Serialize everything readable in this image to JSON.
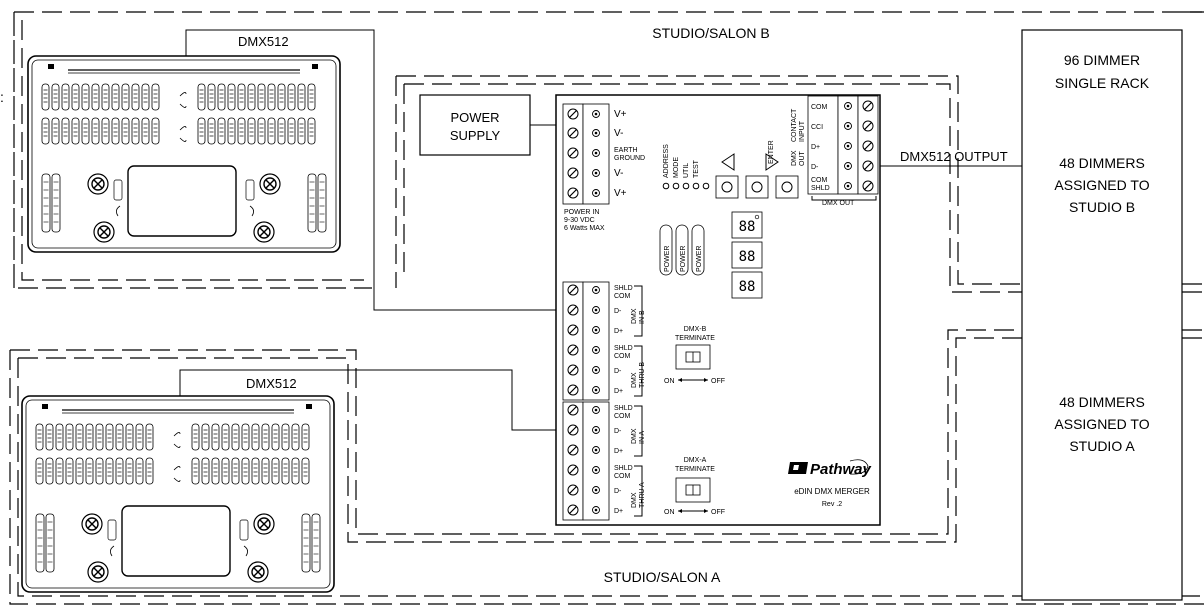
{
  "zones": {
    "studio_b": "STUDIO/SALON B",
    "studio_a": "STUDIO/SALON A"
  },
  "consoles": {
    "top_cable": "DMX512",
    "bottom_cable": "DMX512"
  },
  "power_supply": {
    "line1": "POWER",
    "line2": "SUPPLY"
  },
  "output_label": "DMX512 OUTPUT",
  "rack": {
    "title1": "96 DIMMER",
    "title2": "SINGLE RACK",
    "b1": "48 DIMMERS",
    "b2": "ASSIGNED TO",
    "b3": "STUDIO B",
    "a1": "48 DIMMERS",
    "a2": "ASSIGNED TO",
    "a3": "STUDIO A"
  },
  "merger": {
    "power_terms": [
      "V+",
      "V-",
      "EARTH",
      "GROUND",
      "V-",
      "V+"
    ],
    "power_in": [
      "POWER IN",
      "9-30 VDC",
      "6 Watts MAX"
    ],
    "menu": [
      "ADDRESS",
      "MODE",
      "UTIL",
      "TEST"
    ],
    "enter": "ENTER",
    "dmx_out_vert": [
      "DMX",
      "OUT"
    ],
    "contact_vert": [
      "CONTACT",
      "INPUT"
    ],
    "out_terms": [
      "COM",
      "CCI",
      "D+",
      "D-",
      "COM",
      "SHLD"
    ],
    "dmx_out": "DMX OUT",
    "power_leds": [
      "POWER",
      "POWER",
      "POWER"
    ],
    "in_b_terms": [
      "SHLD",
      "COM",
      "D-",
      "D+",
      "SHLD",
      "COM",
      "D-",
      "D+"
    ],
    "in_b": [
      "DMX",
      "IN B"
    ],
    "thru_b": [
      "DMX",
      "THRU B"
    ],
    "term_b": [
      "DMX-B",
      "TERMINATE"
    ],
    "in_a_terms": [
      "SHLD",
      "COM",
      "D-",
      "D+",
      "SHLD",
      "COM",
      "D-",
      "D+"
    ],
    "in_a": [
      "DMX",
      "IN A"
    ],
    "thru_a": [
      "DMX",
      "THRU A"
    ],
    "term_a": [
      "DMX-A",
      "TERMINATE"
    ],
    "on": "ON",
    "off": "OFF",
    "brand": "Pathway",
    "product": "eDIN DMX MERGER",
    "rev": "Rev .2"
  }
}
